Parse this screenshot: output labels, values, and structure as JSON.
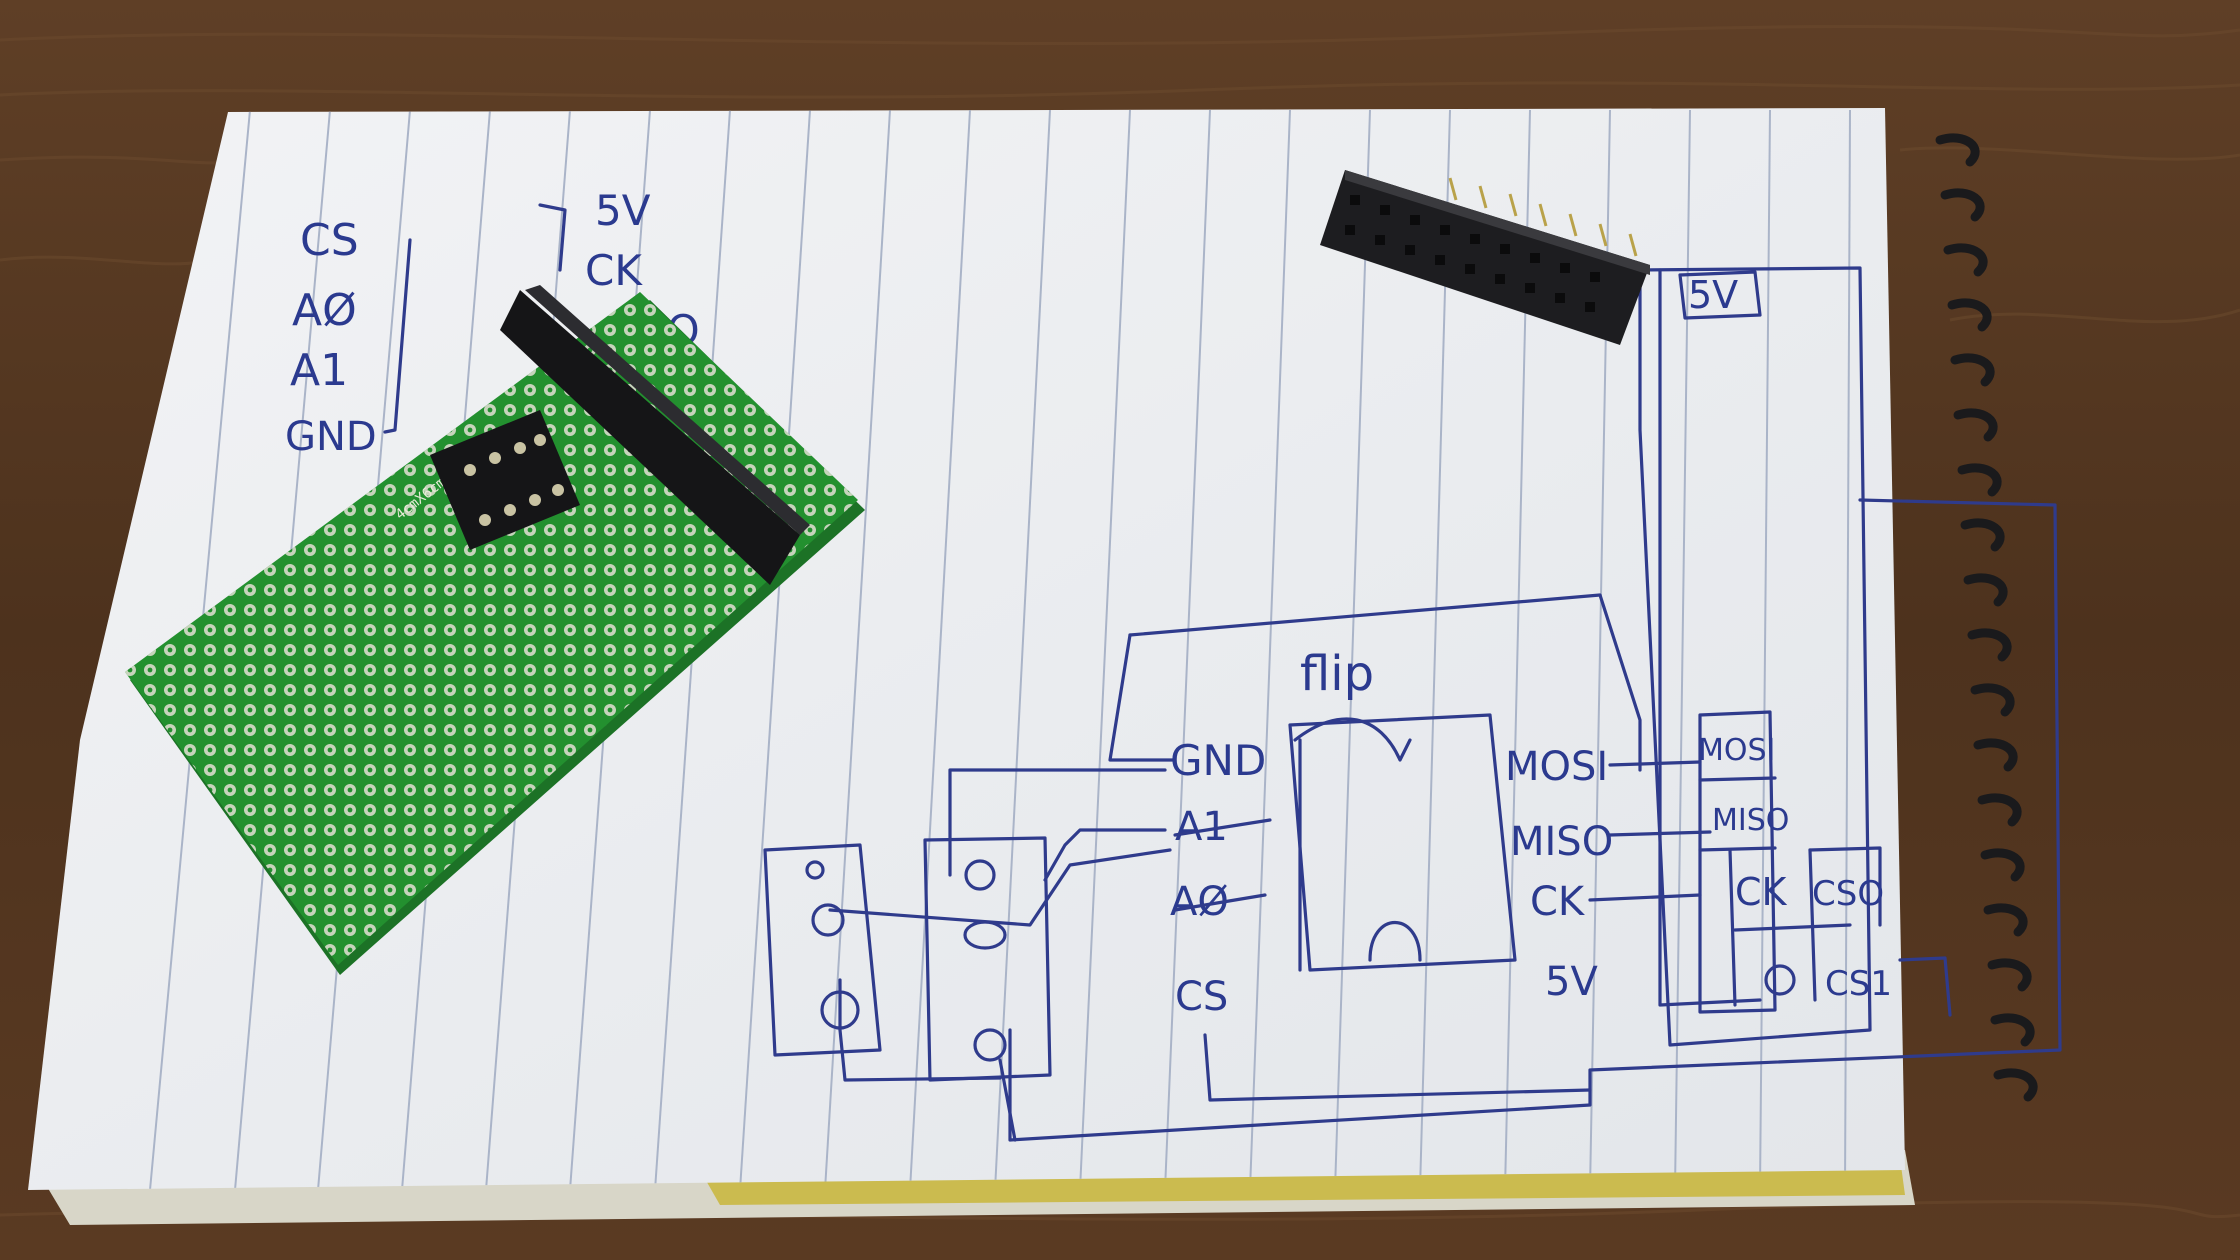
{
  "colors": {
    "wood": "#5a3a22",
    "paper": "#eef0f2",
    "rule_line": "#aab4c8",
    "ink": "#2f3b8c",
    "pcb": "#23902f",
    "header": "#1b1b1d"
  },
  "labels_left": [
    "CS",
    "AØ",
    "A1",
    "GND"
  ],
  "labels_left_right": [
    "5V",
    "CK",
    "SO"
  ],
  "label_top_box": "5V",
  "chip_left_pins": [
    "GND",
    "A1",
    "AØ",
    "CS"
  ],
  "chip_right_pins": [
    "MOSI",
    "MISO",
    "CK",
    "5V"
  ],
  "chip_note": "flip",
  "header_pins": [
    "MOSI",
    "MISO",
    "CK",
    "CSO",
    "CS1"
  ],
  "pcb_text": "4cmX6cm"
}
